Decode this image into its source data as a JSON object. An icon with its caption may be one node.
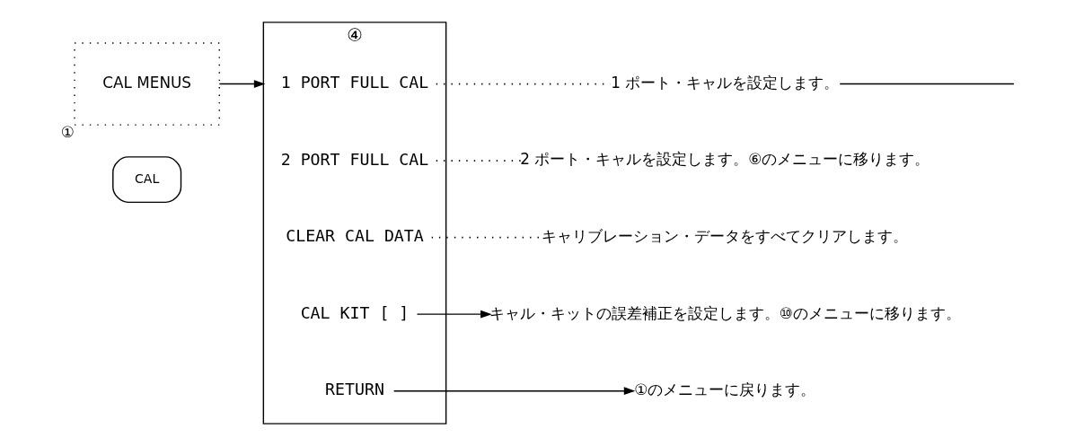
{
  "diagram": {
    "nodes": [
      {
        "text": [
          "CAL"
        ]
      },
      {
        "text": [
          "CAL MENUS"
        ],
        "beside": [
          "①"
        ]
      },
      {
        "text": [
          "④"
        ]
      },
      {
        "text": [
          "1 PORT FULL CAL"
        ],
        "in": 2
      },
      {
        "text": [
          "2 PORT FULL CAL"
        ],
        "in": 2
      },
      {
        "text": [
          "CLEAR CAL DATA"
        ],
        "in": 2
      },
      {
        "text": [
          "CAL KIT [ ]"
        ],
        "in": 2
      },
      {
        "text": [
          "RETURN"
        ],
        "in": 2
      },
      {
        "text": [
          "1 ポート・キャルを設定します。"
        ]
      },
      {
        "text": [
          "2 ポート・キャルを設定します。⑥のメニューに移ります。"
        ]
      },
      {
        "text": [
          "キャリブレーション・データをすべてクリアします。"
        ]
      },
      {
        "text": [
          "キャル・キットの誤差補正を設定します。⑩のメニューに移ります。"
        ]
      },
      {
        "text": [
          "①のメニューに戻ります。"
        ]
      }
    ],
    "edges": [
      {
        "from": 1,
        "to": 2,
        "arrow": "to"
      },
      {
        "from": 3,
        "to": 8,
        "arrow": "none",
        "style": "dashed"
      },
      {
        "from": 4,
        "to": 9,
        "arrow": "none",
        "style": "dashed"
      },
      {
        "from": 5,
        "to": 10,
        "arrow": "none",
        "style": "dashed"
      },
      {
        "from": 6,
        "to": 11,
        "arrow": "to"
      },
      {
        "from": 7,
        "to": 12,
        "arrow": "to"
      },
      {
        "from": 8,
        "to": null,
        "arrow": "none"
      }
    ]
  }
}
